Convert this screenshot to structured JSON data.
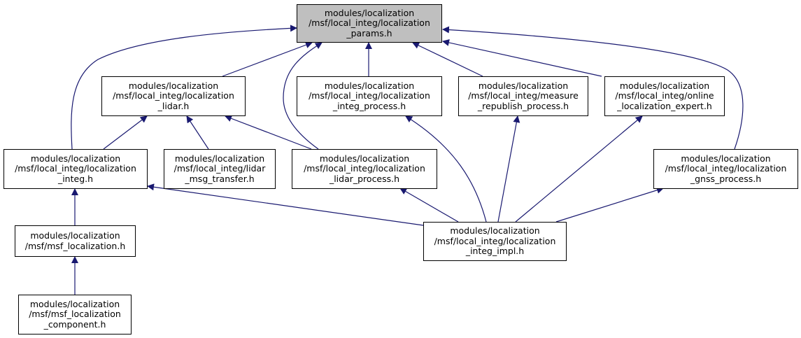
{
  "colors": {
    "edge": "#191970",
    "node_border": "#000000",
    "node_fill": "#ffffff",
    "root_fill": "#bfbfbf"
  },
  "nodes": {
    "params": {
      "lines": [
        "modules/localization",
        "/msf/local_integ/localization",
        "_params.h"
      ]
    },
    "lidar": {
      "lines": [
        "modules/localization",
        "/msf/local_integ/localization",
        "_lidar.h"
      ]
    },
    "integ_process": {
      "lines": [
        "modules/localization",
        "/msf/local_integ/localization",
        "_integ_process.h"
      ]
    },
    "measure_republish": {
      "lines": [
        "modules/localization",
        "/msf/local_integ/measure",
        "_republish_process.h"
      ]
    },
    "online_expert": {
      "lines": [
        "modules/localization",
        "/msf/local_integ/online",
        "_localization_expert.h"
      ]
    },
    "integ": {
      "lines": [
        "modules/localization",
        "/msf/local_integ/localization",
        "_integ.h"
      ]
    },
    "lidar_msg": {
      "lines": [
        "modules/localization",
        "/msf/local_integ/lidar",
        "_msg_transfer.h"
      ]
    },
    "lidar_process": {
      "lines": [
        "modules/localization",
        "/msf/local_integ/localization",
        "_lidar_process.h"
      ]
    },
    "gnss_process": {
      "lines": [
        "modules/localization",
        "/msf/local_integ/localization",
        "_gnss_process.h"
      ]
    },
    "msf_localization": {
      "lines": [
        "modules/localization",
        "/msf/msf_localization.h"
      ]
    },
    "integ_impl": {
      "lines": [
        "modules/localization",
        "/msf/local_integ/localization",
        "_integ_impl.h"
      ]
    },
    "component": {
      "lines": [
        "modules/localization",
        "/msf/msf_localization",
        "_component.h"
      ]
    }
  }
}
